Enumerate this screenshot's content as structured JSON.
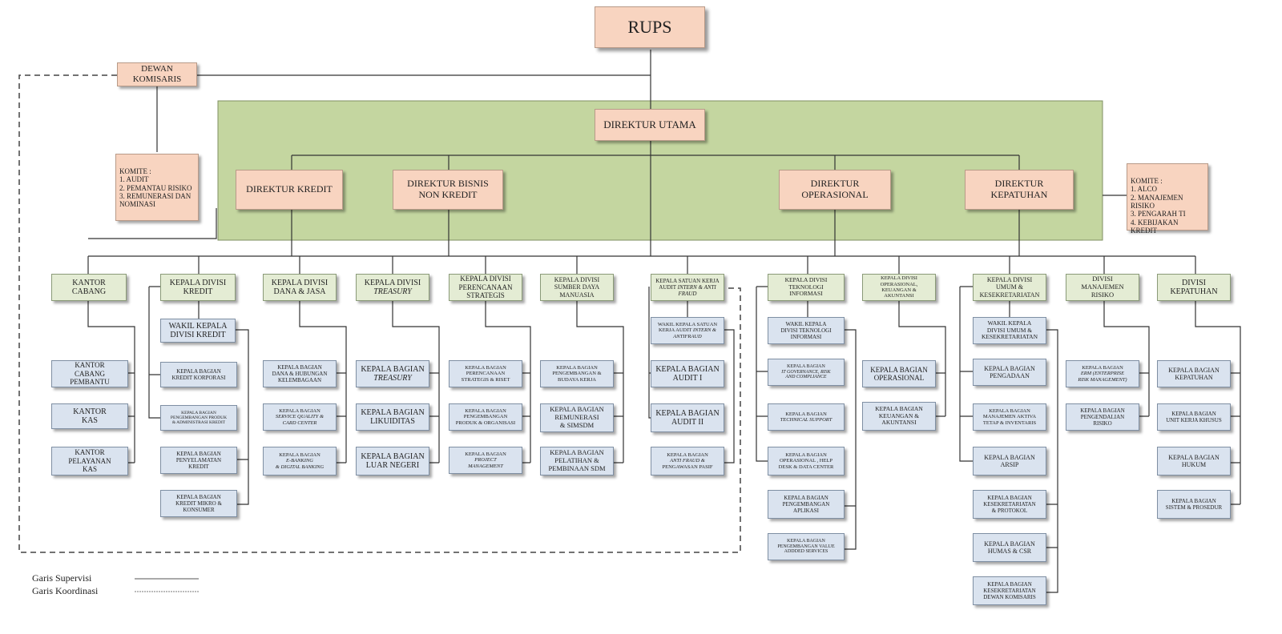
{
  "top": {
    "rups": "RUPS"
  },
  "dewan": "DEWAN\nKOMISARIS",
  "komite_left": "KOMITE :\n1. AUDIT\n2. PEMANTAU RISIKO\n3. REMUNERASI DAN\n    NOMINASI",
  "komite_right": "KOMITE :\n1. ALCO\n2. MANAJEMEN RISIKO\n3. PENGARAH TI\n4. KEBIJAKAN KREDIT",
  "direktur_utama": "DIREKTUR UTAMA",
  "direktur": {
    "kredit": "DIREKTUR KREDIT",
    "bisnis": "DIREKTUR BISNIS\nNON KREDIT",
    "operasional": "DIREKTUR\nOPERASIONAL",
    "kepatuhan": "DIREKTUR\nKEPATUHAN"
  },
  "divisi": {
    "kantor_cabang": "KANTOR\nCABANG",
    "kredit": "KEPALA DIVISI\nKREDIT",
    "dana": "KEPALA DIVISI\nDANA & JASA",
    "treasury_a": "KEPALA DIVISI",
    "treasury_b": "TREASURY",
    "perencanaan": "KEPALA DIVISI\nPERENCANAAN\nSTRATEGIS",
    "sdm": "KEPALA DIVISI\nSUMBER DAYA\nMANUASIA",
    "audit_a": "KEPALA SATUAN KERJA\nAUDIT ",
    "audit_b": "INTERN & ANTI\nFRAUD",
    "ti": "KEPALA DIVISI\nTEKNOLOGI\nINFORMASI",
    "oka": "KEPALA DIVISI\nOPERASIONAL,\nKEUANGAN &\nAKUNTANSI",
    "umum": "KEPALA DIVISI\nUMUM &\nKESEKRETARIATAN",
    "risiko": "DIVISI\nMANAJEMEN\nRISIKO",
    "kepatuhan": "DIVISI\nKEPATUHAN"
  },
  "units": {
    "cabang_pembantu": "KANTOR\nCABANG\nPEMBANTU",
    "kas": "KANTOR\nKAS",
    "pelayanan_kas": "KANTOR\nPELAYANAN\nKAS",
    "wakil_kredit": "WAKIL KEPALA\nDIVISI KREDIT",
    "kredit_korporasi": "KEPALA BAGIAN\nKREDIT KORPORASI",
    "pengembangan_produk": "KEPALA BAGIAN\nPENGEMBANGAN PRODUK\n& ADMINISTRASI KREDIT",
    "penyelamatan": "KEPALA BAGIAN\nPENYELAMATAN\nKREDIT",
    "mikro": "KEPALA BAGIAN\nKREDIT MIKRO &\nKONSUMER",
    "dana_hubungan": "KEPALA BAGIAN\nDANA & HUBUNGAN\nKELEMBAGAAN",
    "service_a": "KEPALA BAGIAN",
    "service_b": "SERVICE QUALITY &\nCARD CENTER",
    "ebanking_a": "KEPALA BAGIAN",
    "ebanking_b": "E-BANKING\n& DIGITAL BANKING",
    "treasury_a": "KEPALA BAGIAN",
    "treasury_b": "TREASURY",
    "likuiditas": "KEPALA BAGIAN\nLIKUIDITAS",
    "luar_negeri": "KEPALA BAGIAN\nLUAR NEGERI",
    "renc_riset": "KEPALA BAGIAN\nPERENCANAAN\nSTRATEGIS & RISET",
    "peng_produk_org": "KEPALA BAGIAN\nPENGEMBANGAN\nPRODUK & ORGANISASI",
    "pm_a": "KEPALA BAGIAN",
    "pm_b": "PROJECT\nMANAGEMENT",
    "budaya": "KEPALA BAGIAN\nPENGEMBANGAN &\nBUDAYA KERJA",
    "remunerasi": "KEPALA BAGIAN\nREMUNERASI\n& SIMSDM",
    "pelatihan": "KEPALA BAGIAN\nPELATIHAN &\nPEMBINAAN SDM",
    "wakil_audit_a": "WAKIL KEPALA SATUAN\nKERJA AUDIT ",
    "wakil_audit_b": "INTERN &\nANTIFRAUD",
    "audit1": "KEPALA BAGIAN\nAUDIT I",
    "audit2": "KEPALA BAGIAN\nAUDIT II",
    "antifraud_a": "KEPALA BAGIAN",
    "antifraud_b": "ANTI FRAUD &",
    "antifraud_c": "PENGAWASAN PASIF",
    "wakil_ti": "WAKIL KEPALA\nDIVISI TEKNOLOGI\nINFORMASI",
    "itgov_a": "KEPALA BAGIAN",
    "itgov_b": "IT GOVERNANCE, RISK\nAND COMPLIANCE",
    "tech_a": "KEPALA BAGIAN",
    "tech_b": "TECHNICAL SUPPORT",
    "helpdesk": "KEPALA BAGIAN\nOPERASIONAL , HELP\nDESK & DATA CENTER",
    "aplikasi": "KEPALA BAGIAN\nPENGEMBANGAN\nAPLIKASI",
    "vas": "KEPALA BAGIAN\nPENGEMBANGAN VALUE\nADDDED SERVICES",
    "bag_operasional": "KEPALA BAGIAN\nOPERASIONAL",
    "keuangan": "KEPALA BAGIAN\nKEUANGAN &\nAKUNTANSI",
    "wakil_umum": "WAKIL KEPALA\nDIVISI UMUM &\nKESEKRETARIATAN",
    "pengadaan": "KEPALA BAGIAN\nPENGADAAN",
    "aktiva": "KEPALA BAGIAN\nMANAJEMEN AKTIVA\nTETAP & INVENTARIS",
    "arsip": "KEPALA BAGIAN\nARSIP",
    "protokol": "KEPALA BAGIAN\nKESEKRETARIATAN\n& PROTOKOL",
    "humas": "KEPALA BAGIAN\nHUMAS & CSR",
    "dewan_kom": "KEPALA BAGIAN\nKESEKRETARIATAN\nDEWAN KOMISARIS",
    "erm_a": "KEPALA BAGIAN",
    "erm_b": "ERM (ENTERPRISE\nRISK MANAGEMENT)",
    "pengendalian": "KEPALA BAGIAN\nPENGENDALIAN\nRISIKO",
    "bag_kepatuhan": "KEPALA BAGIAN\nKEPATUHAN",
    "unit_khusus": "KEPALA BAGIAN\nUNIT KERJA KHUSUS",
    "hukum": "KEPALA BAGIAN\nHUKUM",
    "sistem": "KEPALA BAGIAN\nSISTEM & PROSEDUR"
  },
  "legend": {
    "supervisi": "Garis Supervisi",
    "koordinasi": "Garis Koordinasi"
  },
  "colors": {
    "peach": "#f8d4c0",
    "green_band": "#c4d6a0",
    "division": "#e4ecd4",
    "unit": "#dae3ef",
    "line": "#333333"
  }
}
